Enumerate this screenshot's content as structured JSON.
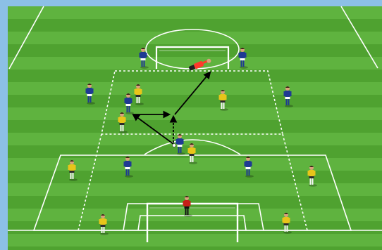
{
  "pitch": {
    "background_color": "#8cc0e6",
    "grass_light": "#5fb33f",
    "grass_dark": "#4fa230",
    "line_color": "#ffffff",
    "blue_team_color": "#1f3a93",
    "yellow_team_color": "#e8c51a",
    "goalkeeper_top_color": "#ff3a2a",
    "goalkeeper_bottom_color": "#c61e18"
  },
  "players": [
    {
      "name": "player-blue-top-left",
      "team": "blue"
    },
    {
      "name": "player-blue-top-right",
      "team": "blue"
    },
    {
      "name": "player-blue-left-wing",
      "team": "blue"
    },
    {
      "name": "player-blue-right-wing",
      "team": "blue"
    },
    {
      "name": "player-blue-mid-left",
      "team": "blue"
    },
    {
      "name": "player-blue-center",
      "team": "blue"
    },
    {
      "name": "player-blue-low-left",
      "team": "blue"
    },
    {
      "name": "player-blue-low-right",
      "team": "blue"
    },
    {
      "name": "player-yellow-top-mid",
      "team": "yellow"
    },
    {
      "name": "player-yellow-top-right",
      "team": "yellow"
    },
    {
      "name": "player-yellow-mid-left",
      "team": "yellow"
    },
    {
      "name": "player-yellow-center",
      "team": "yellow"
    },
    {
      "name": "player-yellow-low-left",
      "team": "yellow"
    },
    {
      "name": "player-yellow-low-right",
      "team": "yellow"
    },
    {
      "name": "player-yellow-bottom-left",
      "team": "yellow"
    },
    {
      "name": "player-yellow-bottom-right",
      "team": "yellow"
    }
  ],
  "goalkeepers": [
    {
      "name": "goalkeeper-top",
      "state": "diving"
    },
    {
      "name": "goalkeeper-bottom",
      "state": "standing"
    }
  ],
  "arrows": [
    {
      "name": "pass-arrow-center-to-left"
    },
    {
      "name": "pass-arrow-left-to-right"
    },
    {
      "name": "pass-arrow-dashed-up"
    },
    {
      "name": "shot-arrow-to-goal"
    }
  ]
}
